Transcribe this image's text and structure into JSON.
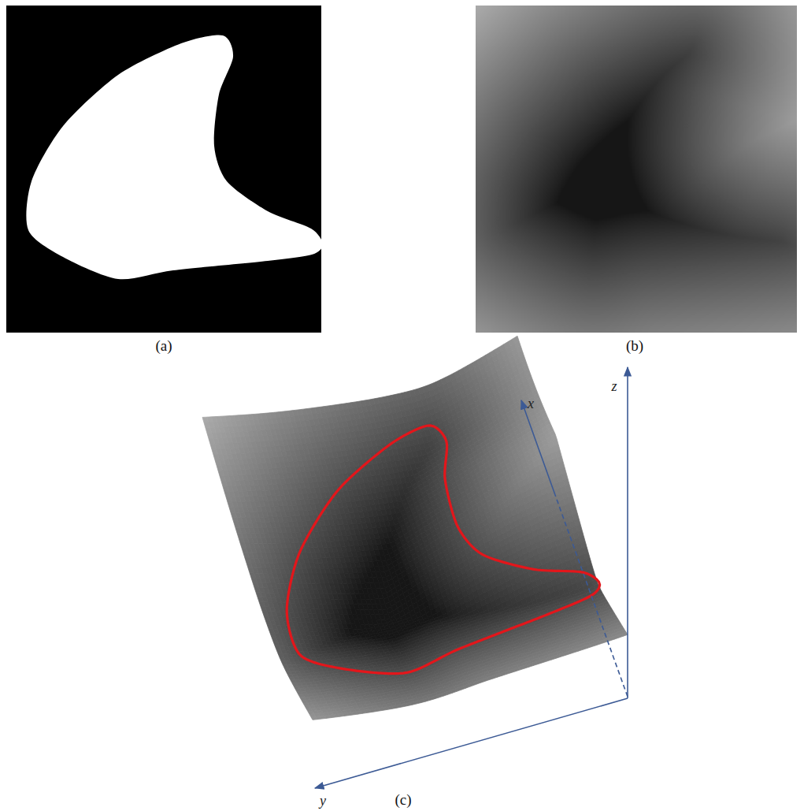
{
  "diagram": {
    "labels": [
      "(a)",
      "(b)",
      "(c)",
      "x",
      "y",
      "z"
    ]
  }
}
